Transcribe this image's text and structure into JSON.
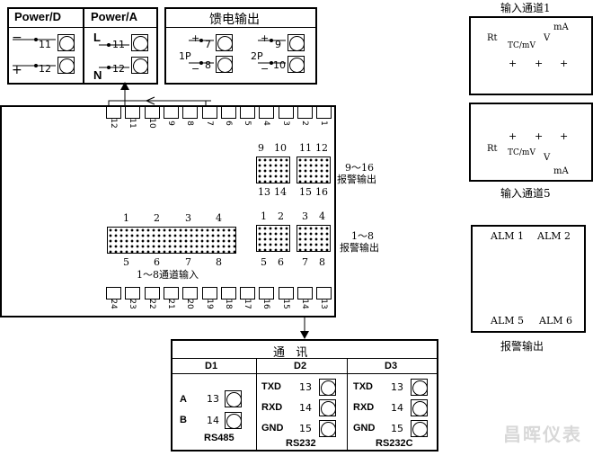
{
  "power_d": {
    "title": "Power/D",
    "t11": "11",
    "t12": "12",
    "minus": "−",
    "plus": "+"
  },
  "power_a": {
    "title": "Power/A",
    "t11": "11",
    "t12": "12",
    "L": "L",
    "N": "N"
  },
  "feed": {
    "title": "馈电输出",
    "p1": "1P",
    "p2": "2P",
    "t7": "7",
    "t8": "8",
    "t9": "9",
    "t10": "10",
    "plus": "+",
    "minus": "−"
  },
  "main": {
    "top_terms": [
      "12",
      "11",
      "10",
      "9",
      "8",
      "7",
      "6",
      "5",
      "4",
      "3",
      "2",
      "1"
    ],
    "bottom_terms": [
      "24",
      "23",
      "22",
      "21",
      "20",
      "19",
      "18",
      "17",
      "16",
      "15",
      "14",
      "13"
    ],
    "alarm_hi": {
      "top": [
        "9",
        "10",
        "11",
        "12"
      ],
      "bottom": [
        "13",
        "14",
        "15",
        "16"
      ],
      "caption_1": "9～16",
      "caption_2": "报警输出"
    },
    "alarm_lo": {
      "top": [
        "1",
        "2",
        "3",
        "4"
      ],
      "bottom": [
        "5",
        "6",
        "7",
        "8"
      ],
      "caption_1": "1～8",
      "caption_2": "报警输出"
    },
    "channels": {
      "top": [
        "1",
        "2",
        "3",
        "4"
      ],
      "bottom": [
        "5",
        "6",
        "7",
        "8"
      ],
      "caption": "1～8通道输入"
    }
  },
  "comm": {
    "title": "通   讯",
    "d1": {
      "title": "D1",
      "a": "A",
      "b": "B",
      "t13": "13",
      "t14": "14",
      "name": "RS485"
    },
    "d2": {
      "title": "D2",
      "txd": "TXD",
      "rxd": "RXD",
      "gnd": "GND",
      "t13": "13",
      "t14": "14",
      "t15": "15",
      "name": "RS232"
    },
    "d3": {
      "title": "D3",
      "txd": "TXD",
      "rxd": "RXD",
      "gnd": "GND",
      "t13": "13",
      "t14": "14",
      "t15": "15",
      "name": "RS232C"
    }
  },
  "input1": {
    "title": "输入通道1",
    "rt": "Rt",
    "tc": "TC/mV",
    "v": "V",
    "ma": "mA",
    "plus": "+"
  },
  "input5": {
    "title": "输入通道5",
    "rt": "Rt",
    "tc": "TC/mV",
    "v": "V",
    "ma": "mA",
    "plus": "+"
  },
  "alarm_box": {
    "title": "报警输出",
    "alm1": "ALM 1",
    "alm2": "ALM 2",
    "alm5": "ALM 5",
    "alm6": "ALM 6"
  },
  "watermark": "昌晖仪表"
}
